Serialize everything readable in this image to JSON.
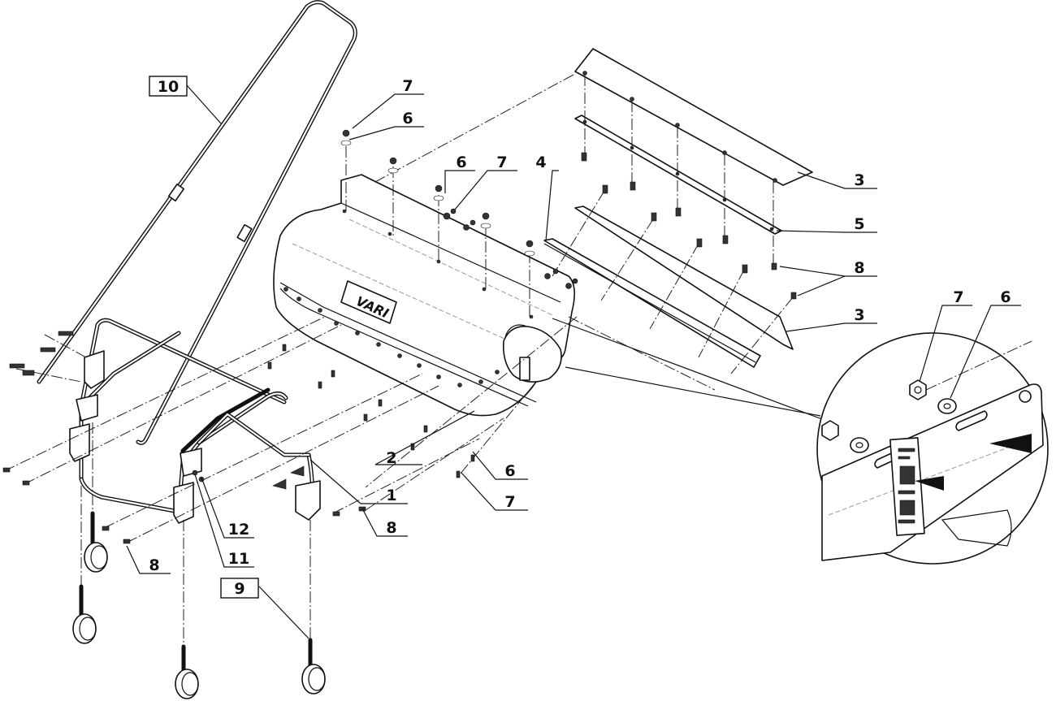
{
  "callouts": {
    "c1": "1",
    "c2": "2",
    "c3a": "3",
    "c3b": "3",
    "c4": "4",
    "c5": "5",
    "c6a": "6",
    "c6b": "6",
    "c6c": "6",
    "c6d": "6",
    "c7a": "7",
    "c7b": "7",
    "c7c": "7",
    "c7d": "7",
    "c8a": "8",
    "c8b": "8",
    "c8c": "8",
    "c9": "9",
    "c10": "10",
    "c11": "11",
    "c12": "12"
  },
  "logo_text": "VARI"
}
